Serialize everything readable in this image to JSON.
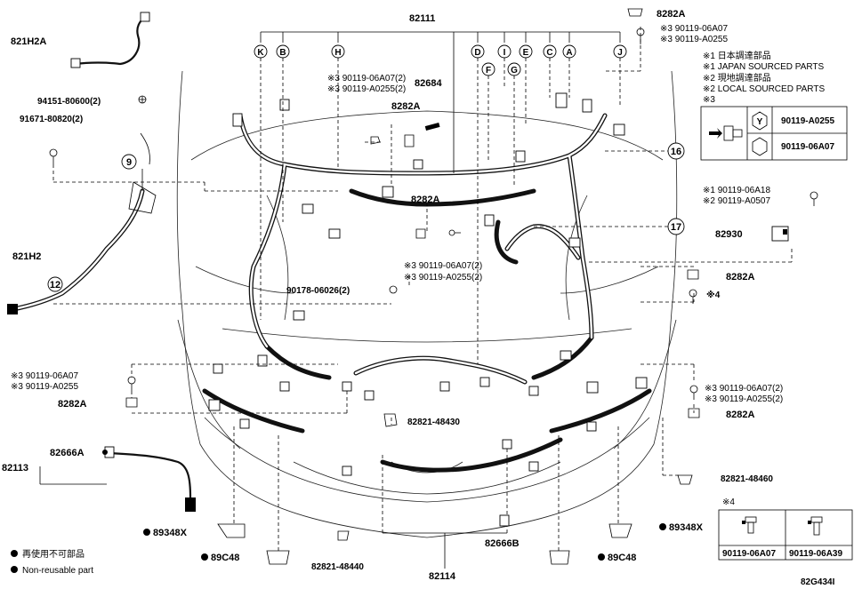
{
  "part_labels": {
    "main_harness": "82111",
    "p_821H2A": "821H2A",
    "p_821H2": "821H2",
    "p_94151": "94151-80600(2)",
    "p_91671": "91671-80820(2)",
    "p_82684": "82684",
    "p_82282A": "8282A",
    "p_90178": "90178-06026(2)",
    "p_82930": "82930",
    "p_82113": "82113",
    "p_82666A": "82666A",
    "p_82821_48430": "82821-48430",
    "p_82821_48460": "82821-48460",
    "p_82821_48440": "82821-48440",
    "p_82666B": "82666B",
    "p_82114": "82114",
    "p_89348X": "89348X",
    "p_89C48": "89C48",
    "ref_x4": "※4",
    "drawing_code": "82G434I"
  },
  "mark_notes": {
    "n3_06A07": "※3 90119-06A07",
    "n3_A0255": "※3 90119-A0255",
    "n3_06A07_2": "※3 90119-06A07(2)",
    "n3_A0255_2": "※3 90119-A0255(2)",
    "n1_06A18": "※1 90119-06A18",
    "n2_A0507": "※2 90119-A0507"
  },
  "legend": {
    "line1": "※1 日本調達部品",
    "line2": "※1 JAPAN SOURCED PARTS",
    "line3": "※2 現地調達部品",
    "line4": "※2 LOCAL SOURCED PARTS",
    "line5": "※3",
    "table": [
      {
        "symbol": "Y",
        "part": "90119-A0255"
      },
      {
        "symbol": "hex",
        "part": "90119-06A07"
      }
    ]
  },
  "table_x4": {
    "title": "※4",
    "cols": [
      "90119-06A07",
      "90119-06A39"
    ]
  },
  "footnote": {
    "jp": "再使用不可部品",
    "en": "Non-reusable part"
  },
  "letters": [
    "K",
    "B",
    "H",
    "D",
    "F",
    "I",
    "G",
    "E",
    "C",
    "A",
    "J"
  ],
  "callouts": [
    "9",
    "12",
    "16",
    "17"
  ]
}
